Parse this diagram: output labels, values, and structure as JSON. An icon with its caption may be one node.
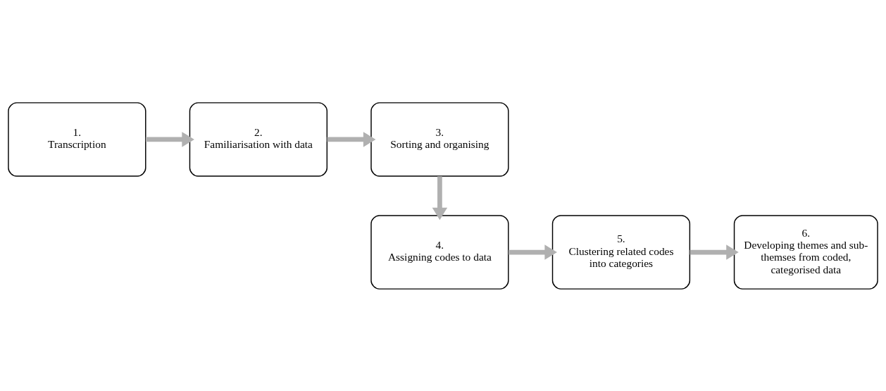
{
  "diagram": {
    "nodes": [
      {
        "text": [
          "1.",
          "Transcription"
        ]
      },
      {
        "text": [
          "2.",
          "Familiarisation with data"
        ]
      },
      {
        "text": [
          "3.",
          "Sorting and organising"
        ]
      },
      {
        "text": [
          "4.",
          "Assigning codes to data"
        ]
      },
      {
        "text": [
          "5.",
          "Clustering related codes into categories"
        ]
      },
      {
        "text": [
          "6.",
          "Developing themes and sub-themses from coded, categorised data"
        ]
      }
    ],
    "edges": [
      {
        "from": 0,
        "to": 1,
        "arrow": "to"
      },
      {
        "from": 1,
        "to": 2,
        "arrow": "to"
      },
      {
        "from": 2,
        "to": 3,
        "arrow": "to"
      },
      {
        "from": 3,
        "to": 4,
        "arrow": "to"
      },
      {
        "from": 4,
        "to": 5,
        "arrow": "to"
      }
    ]
  }
}
